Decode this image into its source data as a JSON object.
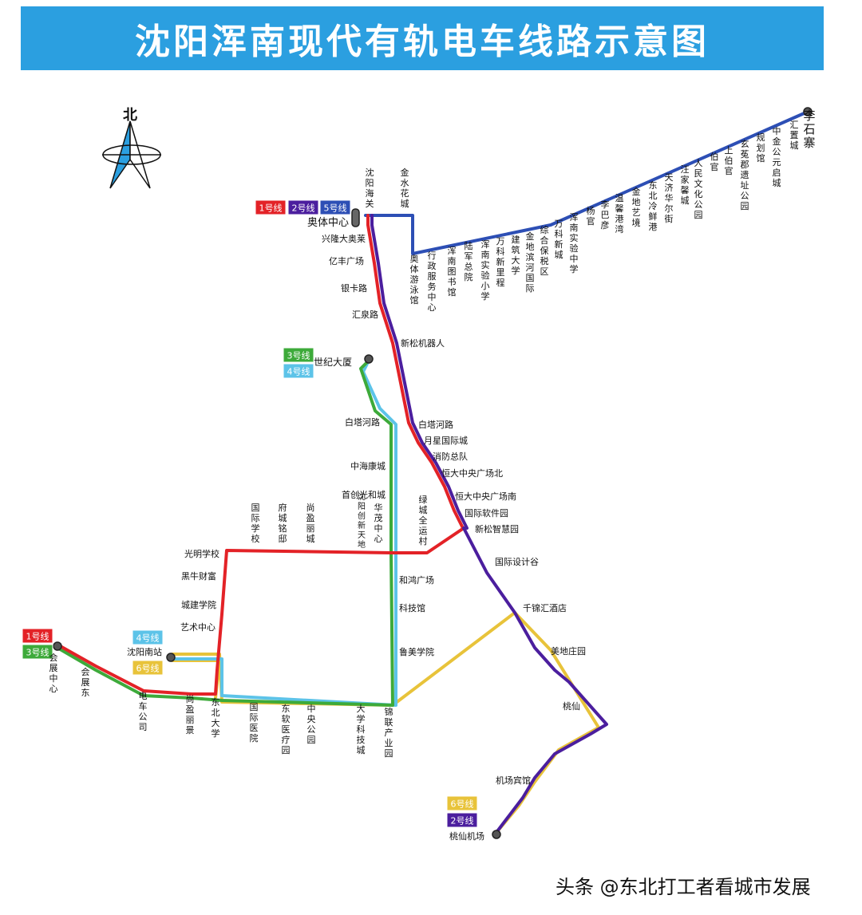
{
  "title": "沈阳浑南现代有轨电车线路示意图",
  "compass_label": "北",
  "watermark": "头条 @东北打工者看城市发展",
  "colors": {
    "line1": "#e32227",
    "line2": "#4b1e9e",
    "line3": "#3daa3a",
    "line4": "#5cc3e8",
    "line5": "#2d4fb5",
    "line6": "#e8c33a",
    "title_bg": "#2b9fe0"
  },
  "line_badges": [
    {
      "text": "1号线",
      "color": "#e32227"
    },
    {
      "text": "2号线",
      "color": "#4b1e9e"
    },
    {
      "text": "5号线",
      "color": "#2d4fb5"
    },
    {
      "text": "3号线",
      "color": "#3daa3a"
    },
    {
      "text": "4号线",
      "color": "#5cc3e8"
    },
    {
      "text": "1号线",
      "color": "#e32227"
    },
    {
      "text": "3号线",
      "color": "#3daa3a"
    },
    {
      "text": "4号线",
      "color": "#5cc3e8"
    },
    {
      "text": "6号线",
      "color": "#e8c33a"
    },
    {
      "text": "6号线",
      "color": "#e8c33a"
    },
    {
      "text": "2号线",
      "color": "#4b1e9e"
    }
  ],
  "stations": [
    "李石寨",
    "汇置城",
    "中金公元启城",
    "规划馆",
    "玄菟郡遗址公园",
    "上伯官",
    "伯官",
    "人民文化公园",
    "汪家馨城",
    "天济华尔街",
    "东北冷鲜港",
    "金地艺境",
    "温馨港湾",
    "李巴彦",
    "杨官",
    "浑南实验中学",
    "万科新城",
    "综合保税区",
    "金地滨河国际",
    "建筑大学",
    "万科新里程",
    "浑南实验小学",
    "陆军总院",
    "浑南图书馆",
    "行政服务中心",
    "奥体游泳馆",
    "金水花城",
    "沈阳海关",
    "奥体中心",
    "兴隆大奥莱",
    "亿丰广场",
    "银卡路",
    "汇泉路",
    "新松机器人",
    "白塔河路",
    "月星国际城",
    "消防总队",
    "恒大中央广场北",
    "恒大中央广场南",
    "国际软件园",
    "新松智慧园",
    "国际设计谷",
    "千锦汇酒店",
    "美地庄园",
    "桃仙",
    "机场宾馆",
    "桃仙机场",
    "世纪大厦",
    "白塔河路",
    "中海康城",
    "首创光和城",
    "沈阳创新天地",
    "华茂中心",
    "绿城全运村",
    "和鸿广场",
    "科技馆",
    "鲁美学院",
    "锦联产业园",
    "大学科技城",
    "中央公园",
    "东软医疗园",
    "国际医院",
    "东北大学",
    "尚盈丽景",
    "电车公司",
    "会展东",
    "会展中心",
    "光明学校",
    "黑牛财富",
    "城建学院",
    "艺术中心",
    "国际学校",
    "府城铭邸",
    "尚盈丽城",
    "沈阳南站"
  ]
}
